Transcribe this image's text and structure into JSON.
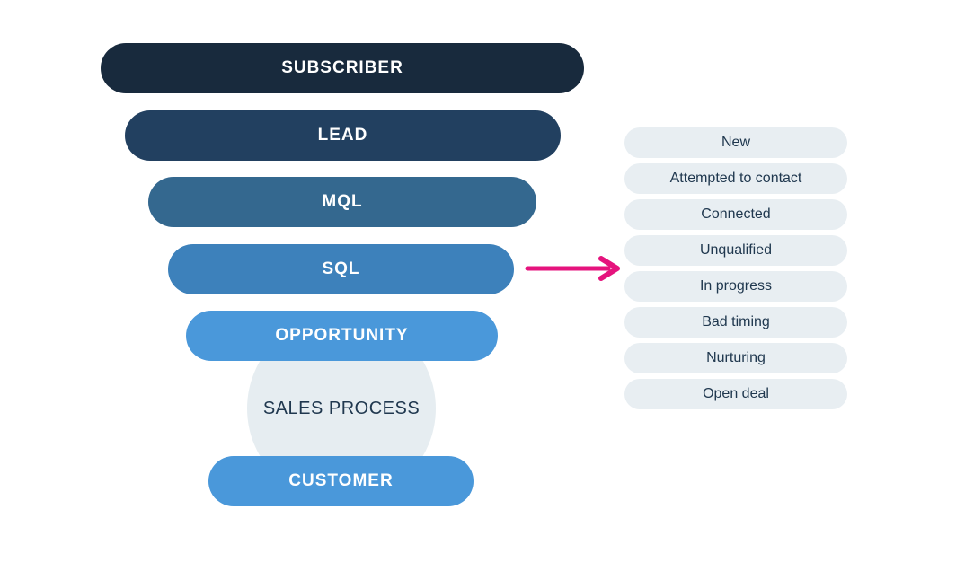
{
  "funnel": {
    "stages": [
      {
        "label": "SUBSCRIBER",
        "color": "#182A3D"
      },
      {
        "label": "LEAD",
        "color": "#224060"
      },
      {
        "label": "MQL",
        "color": "#34688F"
      },
      {
        "label": "SQL",
        "color": "#3D81BB"
      },
      {
        "label": "OPPORTUNITY",
        "color": "#4A98DA"
      },
      {
        "label": "CUSTOMER",
        "color": "#4A98DA"
      }
    ],
    "text_color": "#FFFFFF"
  },
  "sales_process": {
    "label": "SALES PROCESS",
    "circle_color": "#E6EDF1",
    "text_color": "#20384F"
  },
  "arrow": {
    "color": "#E5137D"
  },
  "statuses": {
    "items": [
      "New",
      "Attempted to contact",
      "Connected",
      "Unqualified",
      "In progress",
      "Bad timing",
      "Nurturing",
      "Open deal"
    ],
    "pill_color": "#E8EEF2",
    "text_color": "#20384F"
  }
}
